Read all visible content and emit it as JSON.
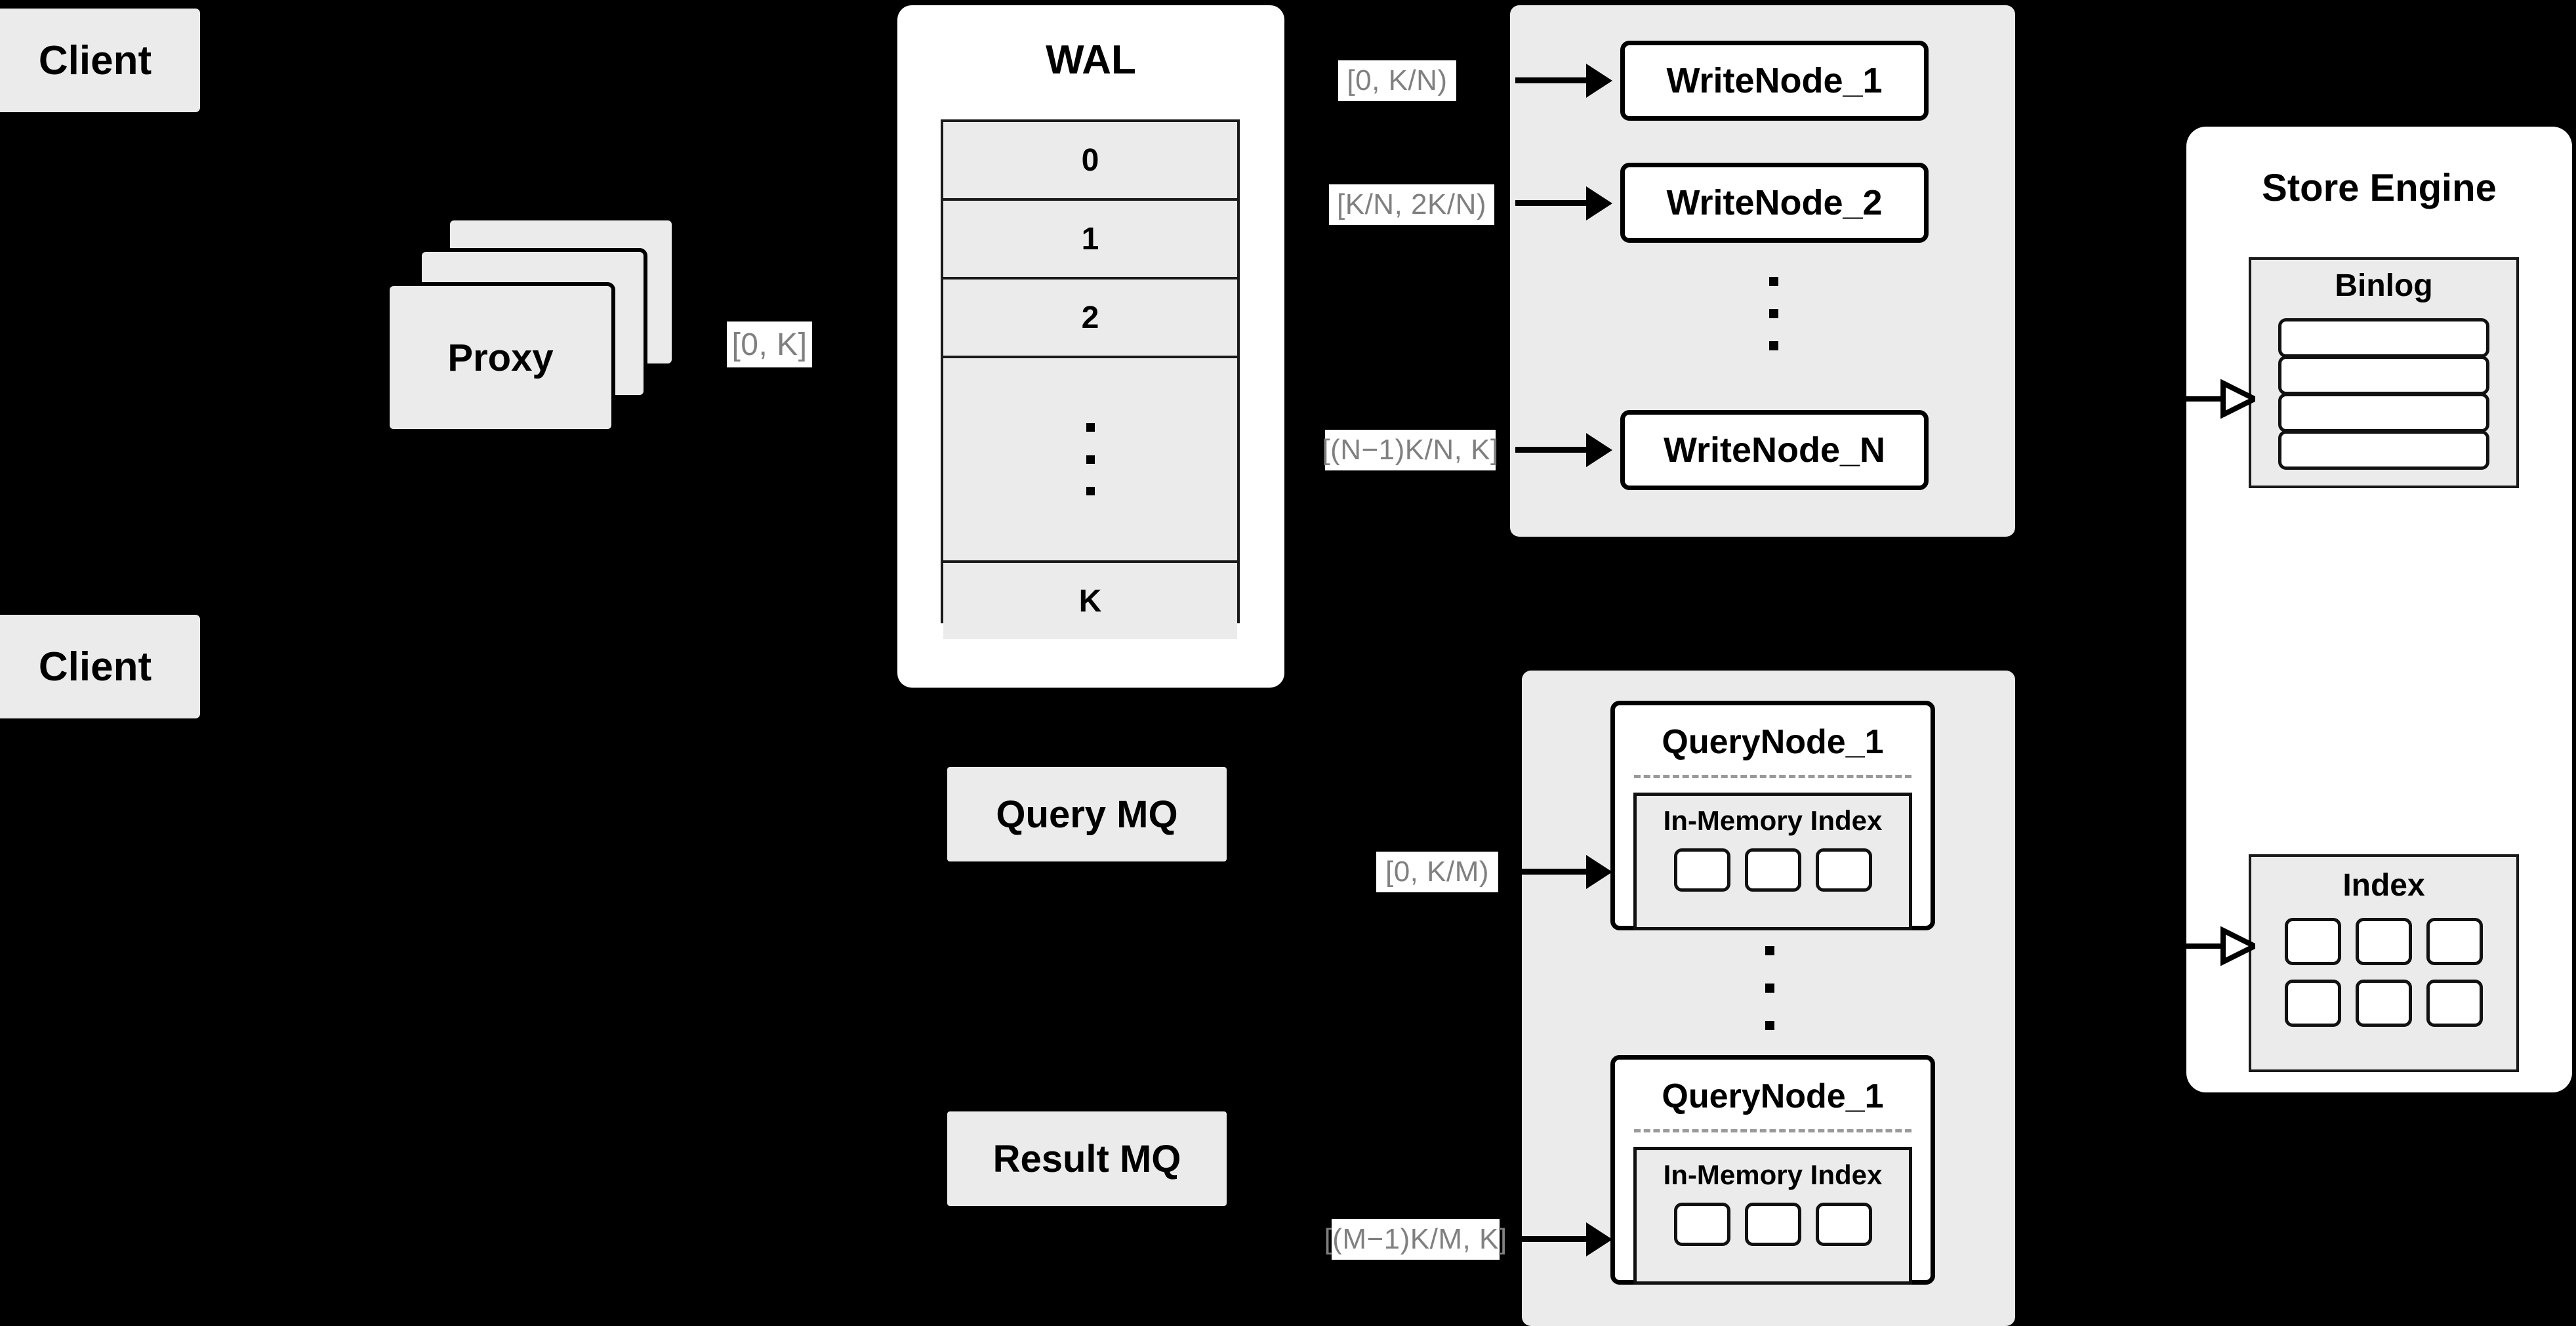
{
  "diagram": {
    "title": "Distributed write/query architecture",
    "background_color": "#000000",
    "node_fill": "#ebebeb",
    "card_fill": "#ffffff",
    "stroke_color": "#000000",
    "label_text_color": "#808080",
    "dashed_divider_color": "#9a9a9a"
  },
  "clients": [
    {
      "label": "Client"
    },
    {
      "label": "Client"
    }
  ],
  "proxy": {
    "label": "Proxy",
    "stack_count": 3
  },
  "wal": {
    "title": "WAL",
    "rows": [
      "0",
      "1",
      "2",
      "⋮",
      "K"
    ],
    "dots_row_index": 3
  },
  "queues": [
    {
      "label": "Query MQ"
    },
    {
      "label": "Result MQ"
    }
  ],
  "edge_labels": {
    "proxy_to_wal": "[0, K]",
    "wal_to_writenode_1": "[0,  K/N)",
    "wal_to_writenode_2": "[K/N, 2K/N)",
    "wal_to_writenode_n": "[(N−1)K/N,  K]",
    "mq_to_querynode_1": "[0, K/M)",
    "mq_to_querynode_m": "[(M−1)K/M, K]"
  },
  "write_group": {
    "nodes": [
      {
        "label": "WriteNode_1"
      },
      {
        "label": "WriteNode_2"
      },
      {
        "label": "WriteNode_N"
      }
    ],
    "ellipsis": "⋮"
  },
  "query_group": {
    "nodes": [
      {
        "title": "QueryNode_1",
        "in_memory_index": {
          "title": "In-Memory Index",
          "cell_count": 3
        }
      },
      {
        "title": "QueryNode_1",
        "in_memory_index": {
          "title": "In-Memory Index",
          "cell_count": 3
        }
      }
    ],
    "ellipsis": "⋮"
  },
  "store_engine": {
    "title": "Store Engine",
    "binlog": {
      "title": "Binlog",
      "bar_count": 4
    },
    "index": {
      "title": "Index",
      "cell_count": 6,
      "columns": 3,
      "rows": 2
    }
  }
}
